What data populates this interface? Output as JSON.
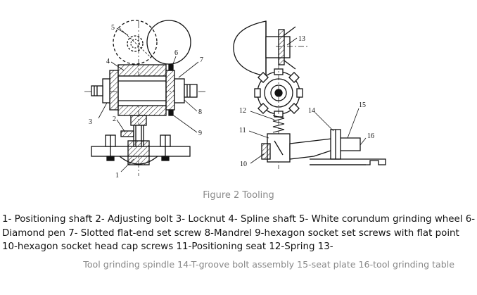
{
  "figure": {
    "callouts": {
      "n1": "1",
      "n2": "2",
      "n3": "3",
      "n4": "4",
      "n5": "5",
      "n6": "6",
      "n7": "7",
      "n8": "8",
      "n9": "9",
      "n10": "10",
      "n11": "11",
      "n12": "12",
      "n13": "13",
      "n14": "14",
      "n15": "15",
      "n16": "16"
    },
    "caption": "Figure 2 Tooling"
  },
  "legend": {
    "line1": "1- Positioning shaft 2- Adjusting bolt 3- Locknut 4- Spline shaft 5- White corundum grinding wheel 6-",
    "line2": "Diamond pen 7- Slotted flat-end set screw 8-Mandrel 9-hexagon socket set screws with flat point",
    "line3": "10-hexagon socket head cap screws 11-Positioning seat 12-Spring 13-",
    "line4": "Tool grinding spindle 14-T-groove bolt assembly 15-seat plate 16-tool grinding table"
  }
}
